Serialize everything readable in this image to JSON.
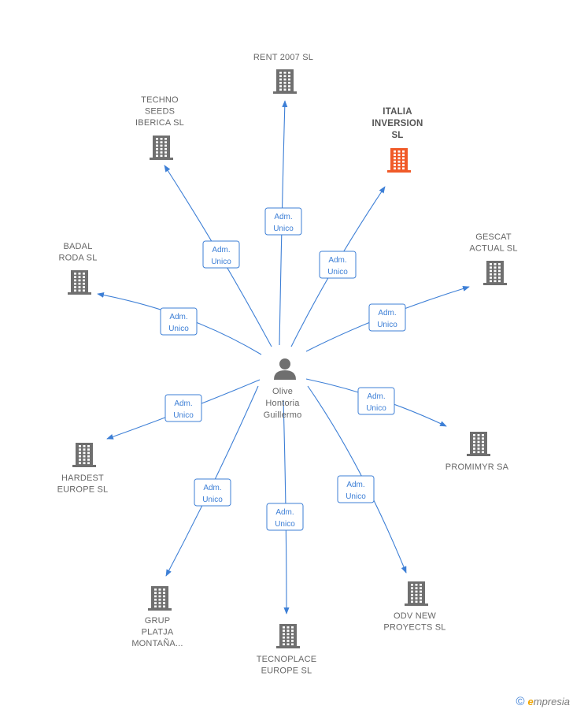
{
  "center": {
    "label_lines": [
      "Olive",
      "Hontoria",
      "Guillermo"
    ],
    "icon": "person-icon"
  },
  "relation_label_lines": [
    "Adm.",
    "Unico"
  ],
  "colors": {
    "edge": "#3d7fd6",
    "building": "#6f6f6f",
    "highlight": "#f05a28"
  },
  "companies": [
    {
      "id": "rent-2007",
      "label_lines": [
        "RENT 2007 SL"
      ],
      "highlight": false
    },
    {
      "id": "techno-seeds",
      "label_lines": [
        "TECHNO",
        "SEEDS",
        "IBERICA SL"
      ],
      "highlight": false
    },
    {
      "id": "italia-inversion",
      "label_lines": [
        "ITALIA",
        "INVERSION",
        "SL"
      ],
      "highlight": true
    },
    {
      "id": "badal-roda",
      "label_lines": [
        "BADAL",
        "RODA SL"
      ],
      "highlight": false
    },
    {
      "id": "gescat-actual",
      "label_lines": [
        "GESCAT",
        "ACTUAL SL"
      ],
      "highlight": false
    },
    {
      "id": "hardest-europe",
      "label_lines": [
        "HARDEST",
        "EUROPE SL"
      ],
      "highlight": false
    },
    {
      "id": "promimyr",
      "label_lines": [
        "PROMIMYR SA"
      ],
      "highlight": false
    },
    {
      "id": "grup-platja",
      "label_lines": [
        "GRUP",
        "PLATJA",
        "MONTAÑA..."
      ],
      "highlight": false
    },
    {
      "id": "tecnoplace-europe",
      "label_lines": [
        "TECNOPLACE",
        "EUROPE SL"
      ],
      "highlight": false
    },
    {
      "id": "odv-new-proyects",
      "label_lines": [
        "ODV NEW",
        "PROYECTS  SL"
      ],
      "highlight": false
    }
  ],
  "footer": {
    "copyright": "©",
    "brand_initial": "e",
    "brand_rest": "mpresia"
  }
}
